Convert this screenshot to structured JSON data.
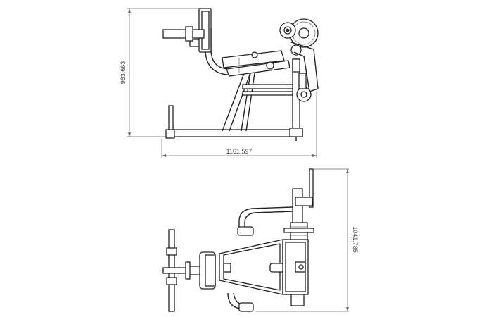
{
  "dimensions": {
    "side_height": "963.663",
    "side_width": "1161.597",
    "top_depth": "1041.785"
  },
  "colors": {
    "line": "#222222",
    "dimension_line": "#666666",
    "background": "#ffffff"
  }
}
